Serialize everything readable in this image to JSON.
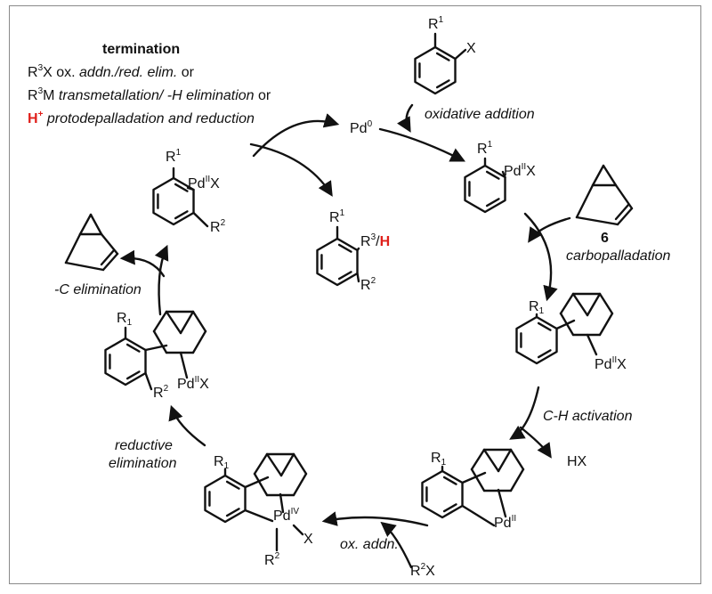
{
  "termination": {
    "title": "termination",
    "line1_pre": "R",
    "line1_sup": "3",
    "line1_mid": "X ox. ",
    "line1_it": "addn./red. elim.",
    "line1_post": " or",
    "line2_pre": "R",
    "line2_sup": "3",
    "line2_mid": "M ",
    "line2_it": "transmetallation/  -H elimination",
    "line2_post": " or",
    "line3_h": "H",
    "line3_plus": "+",
    "line3_it": " protodepalladation and reduction"
  },
  "steps": {
    "oxidative_addition": "oxidative addition",
    "carbopalladation": "carbopalladation",
    "ch_activation": "C-H activation",
    "ox_addn": "ox. addn.",
    "reductive": "reductive",
    "elimination": "elimination",
    "c_elimination": "-C elimination"
  },
  "species": {
    "pd0": "Pd",
    "pd0_sup": "0",
    "hx": "HX",
    "norbornene_number": "6",
    "r2x_r": "R",
    "r2x_sup": "2",
    "r2x_x": "X"
  },
  "atoms": {
    "r": "R",
    "one": "1",
    "two": "2",
    "x": "X",
    "pd": "Pd",
    "ii": "II",
    "iv": "IV",
    "r3": "3",
    "slash": "/",
    "h": "H"
  },
  "colors": {
    "highlight": "#e0201b",
    "frame": "#8a8a8a"
  }
}
